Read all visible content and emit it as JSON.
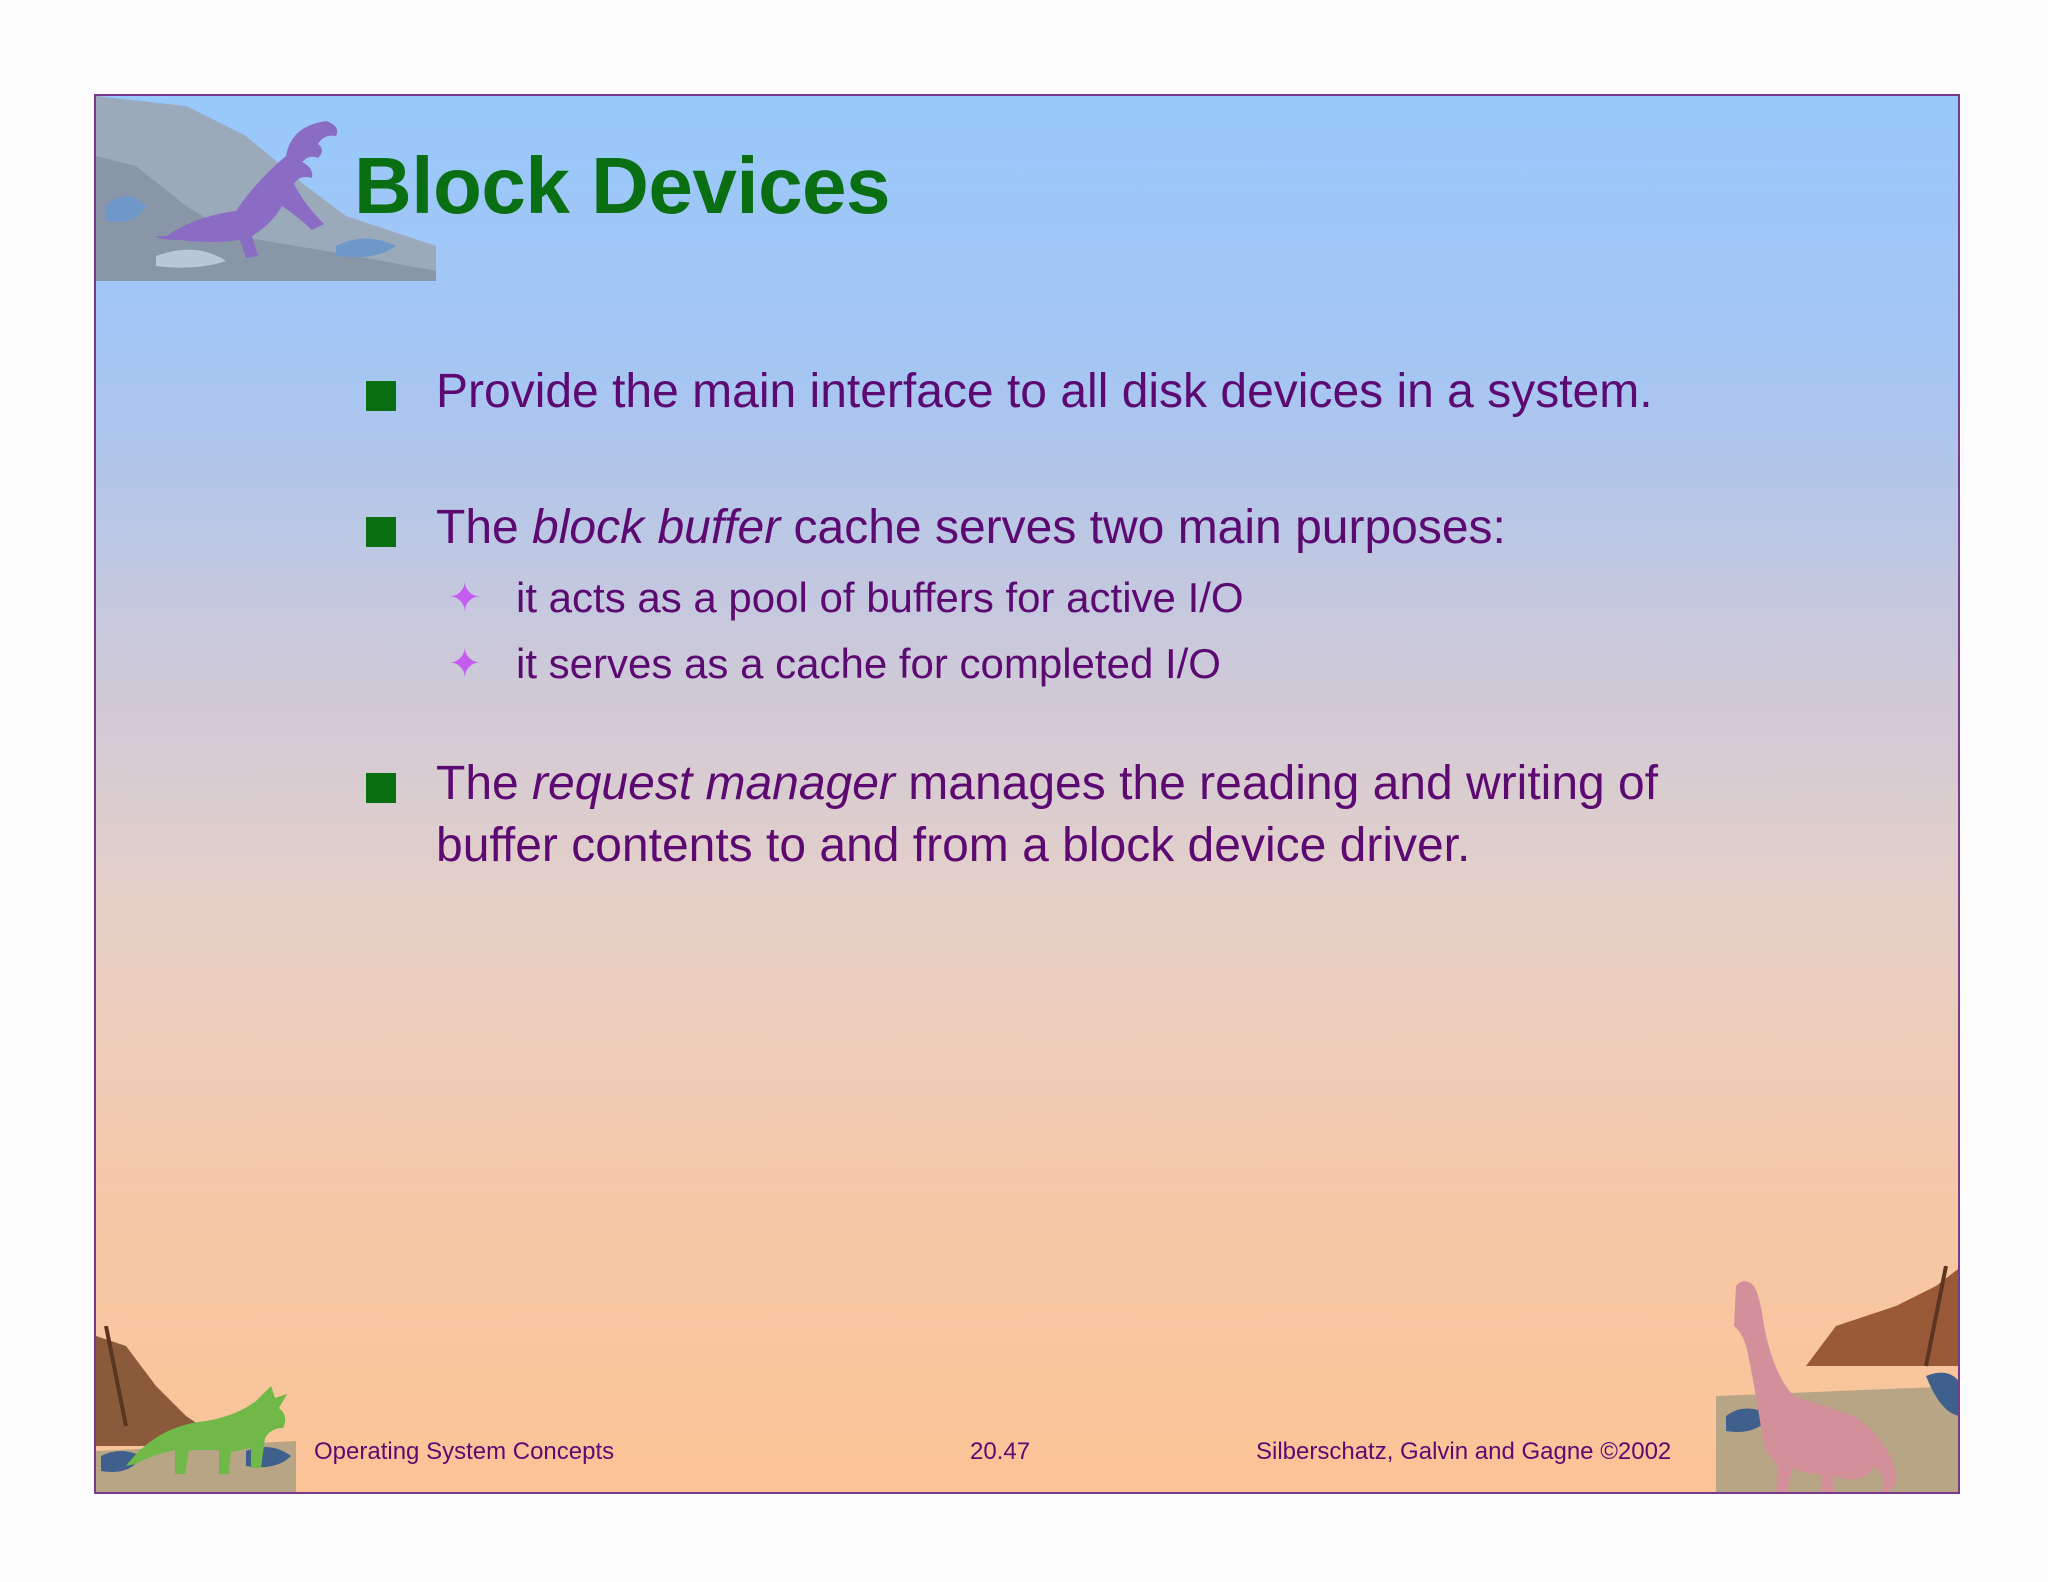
{
  "slide": {
    "title": "Block Devices",
    "bullets": [
      {
        "text": "Provide the main interface to all disk devices in a system."
      },
      {
        "pre": "The ",
        "em": "block buffer",
        "post": " cache serves two main purposes:",
        "subs": [
          "it acts as a pool of buffers for active I/O",
          "it serves as a cache for completed I/O"
        ]
      },
      {
        "pre": "The ",
        "em": "request manager",
        "post": " manages the reading and writing of",
        "line2": "buffer contents to and from a block device driver."
      }
    ]
  },
  "footer": {
    "left": "Operating System Concepts",
    "center": "20.47",
    "right": "Silberschatz, Galvin and  Gagne ©2002"
  },
  "colors": {
    "title": "#0a6e12",
    "text": "#5c0a72",
    "bullet_square": "#0a6e12",
    "sub_bullet_star": "#c45cf0"
  }
}
